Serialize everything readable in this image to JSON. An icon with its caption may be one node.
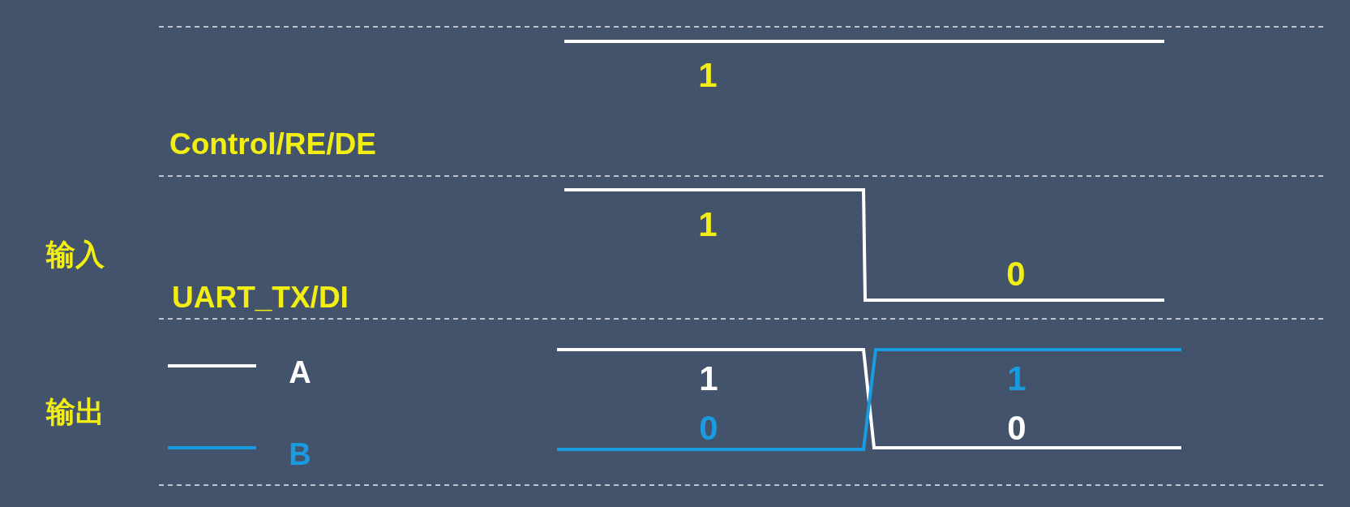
{
  "diagram": {
    "labels": [
      "1",
      "Control/RE/DE",
      "1",
      "输入",
      "0",
      "UART_TX/DI",
      "1",
      "1",
      "输出",
      "0",
      "0"
    ],
    "legend": [
      {
        "text": "A"
      },
      {
        "text": "B"
      }
    ]
  }
}
